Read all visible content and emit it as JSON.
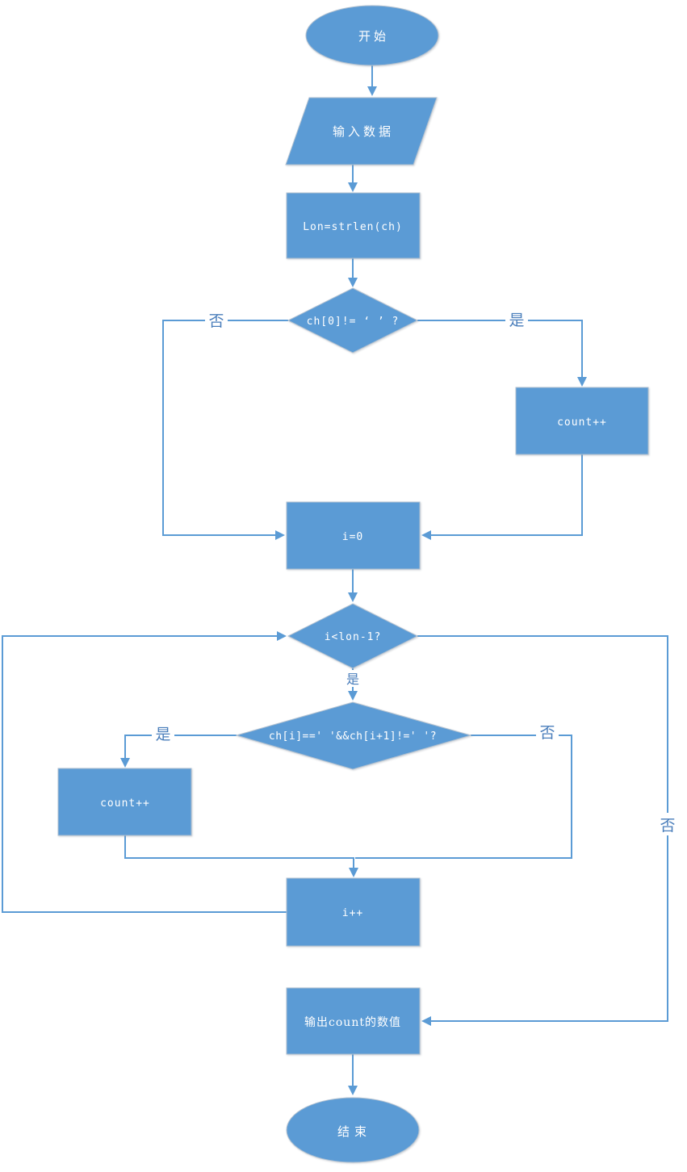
{
  "diagram": {
    "type": "flowchart",
    "direction": "top-down",
    "colors": {
      "shape_fill": "#5b9bd5",
      "edge_line": "#5b9bd5",
      "shape_text": "#ffffff",
      "edge_label_text": "#4a7ebb",
      "background": "#ffffff"
    },
    "nodes": {
      "start": {
        "label": "开始",
        "type": "terminator"
      },
      "input": {
        "label": "输入数据",
        "type": "input-output"
      },
      "strlen": {
        "label": "Lon=strlen(ch)",
        "type": "process"
      },
      "check_first": {
        "label": "ch[0]!= ‘ ’ ?",
        "type": "decision"
      },
      "count_inc_1": {
        "label": "count++",
        "type": "process"
      },
      "init_i": {
        "label": "i=0",
        "type": "process"
      },
      "loop_cond": {
        "label": "i<lon-1?",
        "type": "decision"
      },
      "check_word": {
        "label": "ch[i]==' '&&ch[i+1]!=' '?",
        "type": "decision"
      },
      "count_inc_2": {
        "label": "count++",
        "type": "process"
      },
      "i_inc": {
        "label": "i++",
        "type": "process"
      },
      "output": {
        "label": "输出count的数值",
        "type": "process"
      },
      "end": {
        "label": "结束",
        "type": "terminator"
      }
    },
    "edges": {
      "start_to_input": {
        "from": "start",
        "to": "input",
        "label": ""
      },
      "input_to_strlen": {
        "from": "input",
        "to": "strlen",
        "label": ""
      },
      "strlen_to_check_first": {
        "from": "strlen",
        "to": "check_first",
        "label": ""
      },
      "check_first_no": {
        "from": "check_first",
        "to": "init_i",
        "label": "否"
      },
      "check_first_yes": {
        "from": "check_first",
        "to": "count_inc_1",
        "label": "是"
      },
      "count1_to_init_i": {
        "from": "count_inc_1",
        "to": "init_i",
        "label": ""
      },
      "init_i_to_loop": {
        "from": "init_i",
        "to": "loop_cond",
        "label": ""
      },
      "loop_yes": {
        "from": "loop_cond",
        "to": "check_word",
        "label": "是"
      },
      "loop_no": {
        "from": "loop_cond",
        "to": "output",
        "label": "否"
      },
      "check_word_yes": {
        "from": "check_word",
        "to": "count_inc_2",
        "label": "是"
      },
      "check_word_no": {
        "from": "check_word",
        "to": "i_inc",
        "label": "否"
      },
      "count2_to_i_inc": {
        "from": "count_inc_2",
        "to": "i_inc",
        "label": ""
      },
      "i_inc_to_loop": {
        "from": "i_inc",
        "to": "loop_cond",
        "label": ""
      },
      "output_to_end": {
        "from": "output",
        "to": "end",
        "label": ""
      }
    }
  }
}
